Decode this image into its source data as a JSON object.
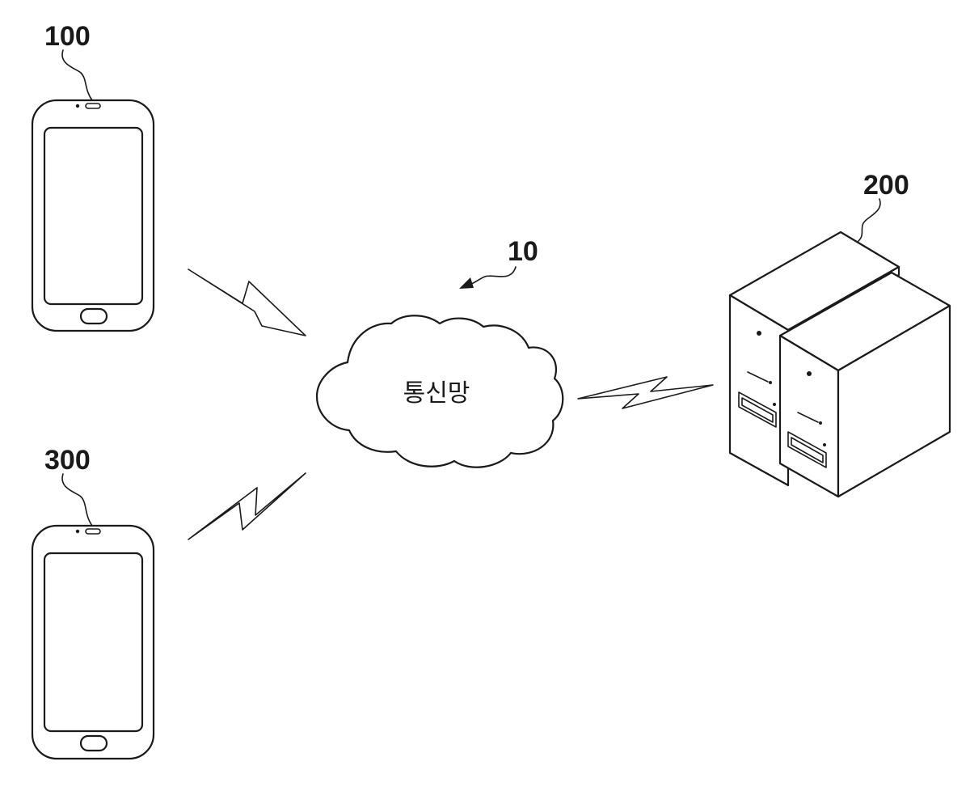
{
  "labels": {
    "device_1": "100",
    "device_2": "300",
    "server": "200",
    "network": "10",
    "network_text": "통신망"
  },
  "icons": {
    "device_1": "smartphone-icon",
    "device_2": "smartphone-icon",
    "server": "server-icon",
    "network": "cloud-icon",
    "link": "lightning-bolt-icon"
  },
  "colors": {
    "stroke": "#1a1a1a",
    "background": "#ffffff"
  }
}
